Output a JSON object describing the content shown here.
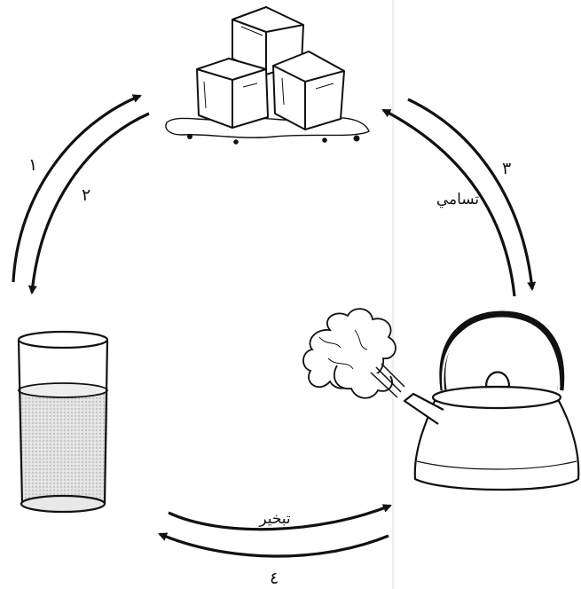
{
  "labels": {
    "arrow_1": "١",
    "arrow_2": "٢",
    "arrow_3": "٣",
    "arrow_4": "٤",
    "sublimation": "تسامي",
    "evaporation": "تبخير"
  },
  "nodes": {
    "solid": "ice-cubes",
    "liquid": "glass-of-water",
    "gas": "kettle-with-steam"
  },
  "colors": {
    "ink": "#111111",
    "water_fill": "#d6d6d6",
    "divider": "#dcdcdc"
  }
}
